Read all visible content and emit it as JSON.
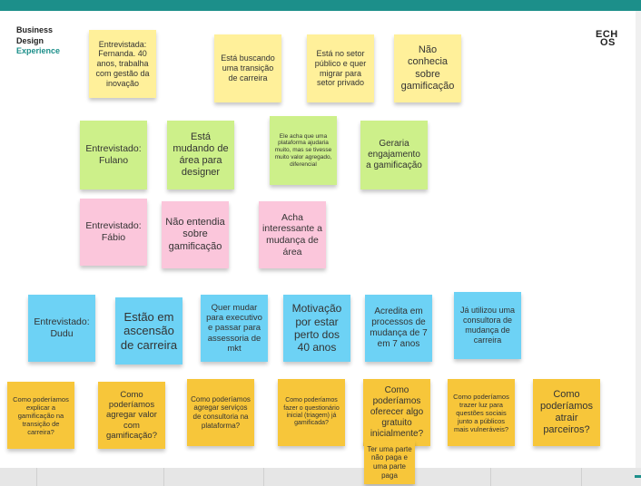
{
  "brand": {
    "line1": "Business",
    "line2": "Design",
    "line3": "Experience"
  },
  "logo": {
    "line1": "ECH",
    "line2": "OS"
  },
  "notes": [
    {
      "id": "n1",
      "text": "Entrevistada: Fernanda. 40 anos, trabalha com gestão da inovação"
    },
    {
      "id": "n2",
      "text": "Está buscando uma transição de carreira"
    },
    {
      "id": "n3",
      "text": "Está no setor público e quer migrar para setor privado"
    },
    {
      "id": "n4",
      "text": "Não conhecia sobre gamificação"
    },
    {
      "id": "n5",
      "text": "Entrevistado: Fulano"
    },
    {
      "id": "n6",
      "text": "Está mudando de área para designer"
    },
    {
      "id": "n7",
      "text": "Ele acha que uma plataforma ajudaria muito, mas se tivesse muito valor agregado, diferencial"
    },
    {
      "id": "n8",
      "text": "Geraria engajamento a gamificação"
    },
    {
      "id": "n9",
      "text": "Entrevistado: Fábio"
    },
    {
      "id": "n10",
      "text": "Não entendia sobre gamificação"
    },
    {
      "id": "n11",
      "text": "Acha interessante a mudança de área"
    },
    {
      "id": "n12",
      "text": "Entrevistado: Dudu"
    },
    {
      "id": "n13",
      "text": "Estão em ascensão de carreira"
    },
    {
      "id": "n14",
      "text": "Quer mudar para executivo e passar para assessoria de mkt"
    },
    {
      "id": "n15",
      "text": "Motivação por estar perto dos 40 anos"
    },
    {
      "id": "n16",
      "text": "Acredita em processos de mudança de 7 em 7 anos"
    },
    {
      "id": "n17",
      "text": "Já utilizou uma consultora de mudança de carreira"
    },
    {
      "id": "n18",
      "text": "Como poderíamos explicar a gamificação na transição de carreira?"
    },
    {
      "id": "n19",
      "text": "Como poderíamos agregar valor com gamificação?"
    },
    {
      "id": "n20",
      "text": "Como poderíamos agregar serviços de consultoria na plataforma?"
    },
    {
      "id": "n21",
      "text": "Como poderíamos fazer o questionário inicial (triagem) já gamificada?"
    },
    {
      "id": "n22",
      "text": "Como poderíamos oferecer algo gratuito inicialmente?"
    },
    {
      "id": "n23",
      "text": "Como poderíamos trazer luz para questões sociais junto a públicos mais vulneráveis?"
    },
    {
      "id": "n24",
      "text": "Como poderíamos atrair parceiros?"
    },
    {
      "id": "n25",
      "text": "Ter uma parte não paga e uma parte paga"
    }
  ]
}
